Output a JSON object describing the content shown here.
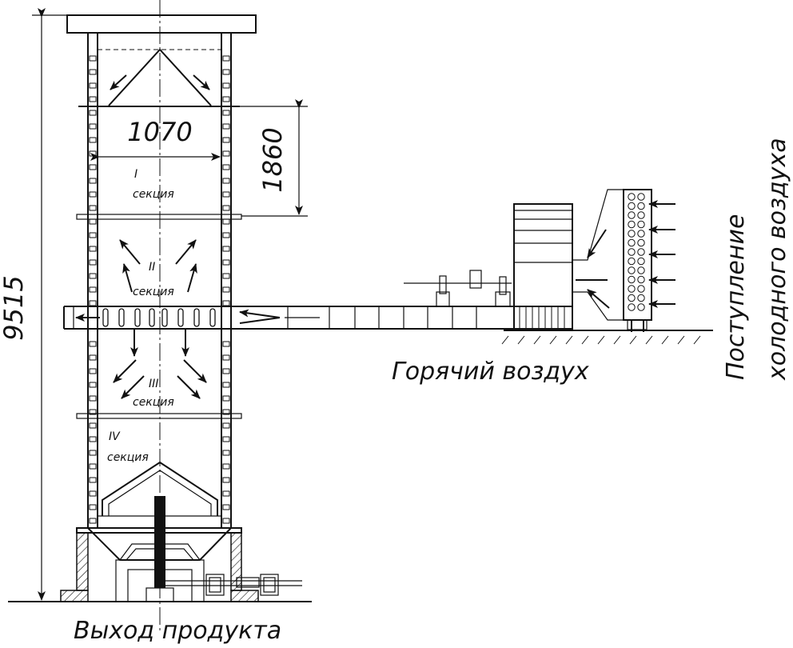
{
  "dimensions": {
    "height_total": "9515",
    "width_tower": "1070",
    "section_height": "1860"
  },
  "sections": [
    {
      "numeral": "I",
      "word": "секция"
    },
    {
      "numeral": "II",
      "word": "секция"
    },
    {
      "numeral": "III",
      "word": "секция"
    },
    {
      "numeral": "IV",
      "word": "секция"
    }
  ],
  "labels": {
    "product_exit": "Выход продукта",
    "hot_air": "Горячий воздух",
    "cold_air_line1": "Поступление",
    "cold_air_line2": "холодного воздуха"
  }
}
